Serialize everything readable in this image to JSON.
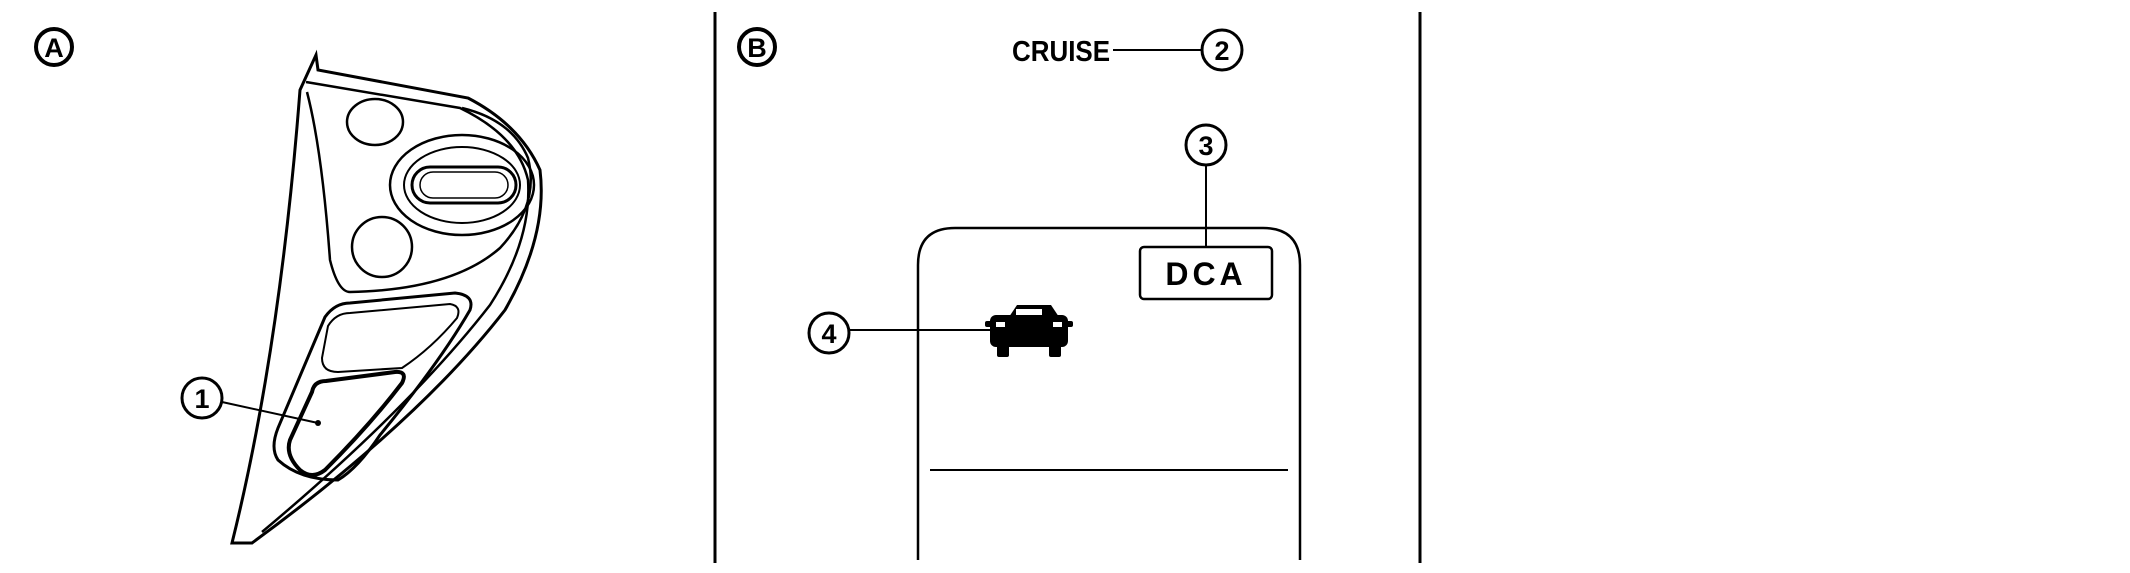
{
  "panels": [
    {
      "letter": "A"
    },
    {
      "letter": "B"
    }
  ],
  "callouts": {
    "c1": "1",
    "c2": "2",
    "c3": "3",
    "c4": "4"
  },
  "texts": {
    "cruise": "CRUISE",
    "dca": "DCA"
  },
  "icons": {
    "vehicle": "car-icon"
  },
  "colors": {
    "ink": "#000000",
    "background": "#ffffff"
  }
}
